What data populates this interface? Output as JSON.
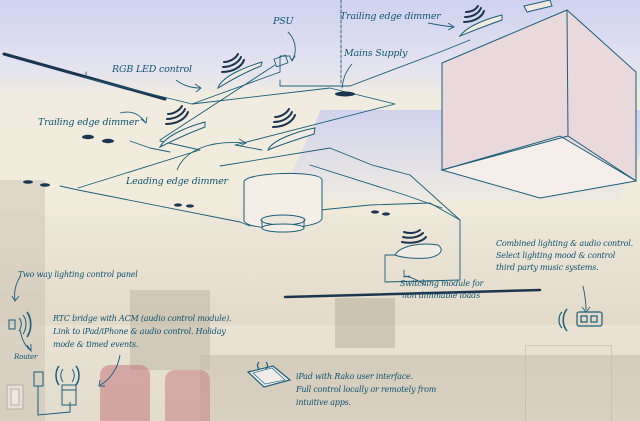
{
  "diagram": {
    "type": "smart-home lighting & audio control schematic over kitchen photo",
    "line_color": "#1a5f7a",
    "text_color": "#0e5570",
    "labels": {
      "psu": "PSU",
      "trailing_edge_top": "Trailing edge dimmer",
      "mains_supply": "Mains Supply",
      "rgb_led": "RGB LED control",
      "trailing_edge_left": "Trailing edge dimmer",
      "leading_edge": "Leading edge dimmer",
      "combined_line1": "Combined lighting & audio control.",
      "combined_line2": "Select lighting mood & control",
      "combined_line3": "third party music systems.",
      "two_way_panel": "Two way lighting control panel",
      "switching_line1": "Switching module for",
      "switching_line2": "non dimmable loads",
      "rtc_line1": "RTC bridge with ACM (audio control module).",
      "rtc_line2": "Link to iPad/iPhone & audio control. Holiday",
      "rtc_line3": "mode & timed events.",
      "router": "Router",
      "ipad_line1": "iPad with Rako user interface.",
      "ipad_line2": "Full control locally or remotely from",
      "ipad_line3": "intuitive apps."
    },
    "components": [
      {
        "name": "rgb-led-dimmer",
        "icon": "wireless-module-icon"
      },
      {
        "name": "psu",
        "icon": "psu-box-icon"
      },
      {
        "name": "trailing-edge-dimmer-top",
        "icon": "wireless-module-icon"
      },
      {
        "name": "mains-supply",
        "icon": "supply-point-icon"
      },
      {
        "name": "trailing-edge-dimmer-left",
        "icon": "wireless-module-icon"
      },
      {
        "name": "leading-edge-dimmer",
        "icon": "wireless-module-icon"
      },
      {
        "name": "drum-pendant",
        "icon": "drum-pendant-icon"
      },
      {
        "name": "cube-pendant",
        "icon": "cube-pendant-icon"
      },
      {
        "name": "switching-module",
        "icon": "wireless-module-icon"
      },
      {
        "name": "audio-keypad",
        "icon": "keypad-icon"
      },
      {
        "name": "wall-panel",
        "icon": "wall-panel-icon"
      },
      {
        "name": "router",
        "icon": "router-icon"
      },
      {
        "name": "rtc-bridge",
        "icon": "bridge-icon"
      },
      {
        "name": "ipad",
        "icon": "tablet-icon"
      }
    ]
  }
}
